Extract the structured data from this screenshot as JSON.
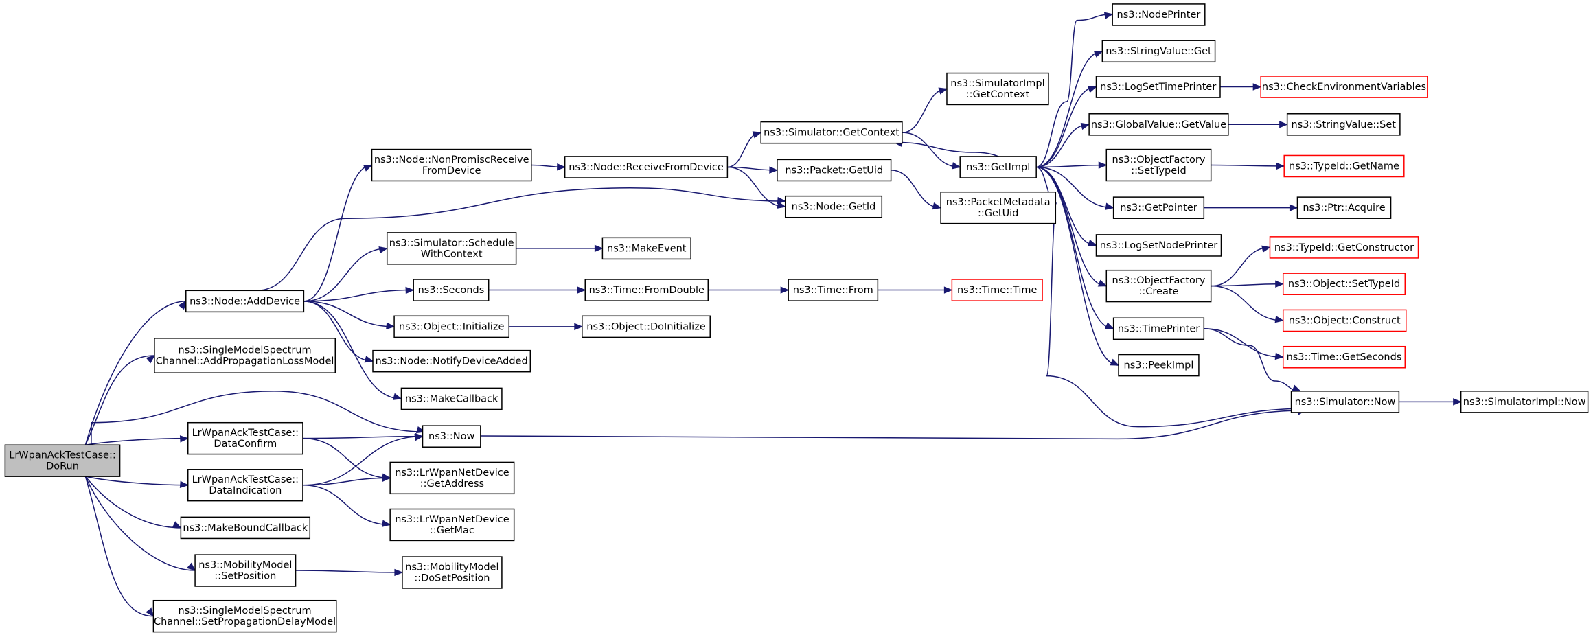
{
  "diagram": {
    "type": "call-graph",
    "colors": {
      "edge": "#191970",
      "root_fill": "#bfbfbf",
      "node_border": "#000000",
      "external_border": "#ff0000"
    },
    "nodes": [
      {
        "id": "dorun",
        "lines": [
          "LrWpanAckTestCase::",
          "DoRun"
        ],
        "style": "root"
      },
      {
        "id": "add_device",
        "lines": [
          "ns3::Node::AddDevice"
        ]
      },
      {
        "id": "single_loss",
        "lines": [
          "ns3::SingleModelSpectrum",
          "Channel::AddPropagationLossModel"
        ]
      },
      {
        "id": "data_confirm",
        "lines": [
          "LrWpanAckTestCase::",
          "DataConfirm"
        ]
      },
      {
        "id": "data_indication",
        "lines": [
          "LrWpanAckTestCase::",
          "DataIndication"
        ]
      },
      {
        "id": "make_bound_cb",
        "lines": [
          "ns3::MakeBoundCallback"
        ]
      },
      {
        "id": "set_position",
        "lines": [
          "ns3::MobilityModel",
          "::SetPosition"
        ]
      },
      {
        "id": "single_delay",
        "lines": [
          "ns3::SingleModelSpectrum",
          "Channel::SetPropagationDelayModel"
        ]
      },
      {
        "id": "nonpromisc",
        "lines": [
          "ns3::Node::NonPromiscReceive",
          "FromDevice"
        ]
      },
      {
        "id": "schedule_ctx",
        "lines": [
          "ns3::Simulator::Schedule",
          "WithContext"
        ]
      },
      {
        "id": "seconds",
        "lines": [
          "ns3::Seconds"
        ]
      },
      {
        "id": "obj_initialize",
        "lines": [
          "ns3::Object::Initialize"
        ]
      },
      {
        "id": "notify_added",
        "lines": [
          "ns3::Node::NotifyDeviceAdded"
        ]
      },
      {
        "id": "make_callback",
        "lines": [
          "ns3::MakeCallback"
        ]
      },
      {
        "id": "now",
        "lines": [
          "ns3::Now"
        ]
      },
      {
        "id": "get_address",
        "lines": [
          "ns3::LrWpanNetDevice",
          "::GetAddress"
        ]
      },
      {
        "id": "get_mac",
        "lines": [
          "ns3::LrWpanNetDevice",
          "::GetMac"
        ]
      },
      {
        "id": "do_set_position",
        "lines": [
          "ns3::MobilityModel",
          "::DoSetPosition"
        ]
      },
      {
        "id": "receive_from_device",
        "lines": [
          "ns3::Node::ReceiveFromDevice"
        ]
      },
      {
        "id": "make_event",
        "lines": [
          "ns3::MakeEvent"
        ]
      },
      {
        "id": "from_double",
        "lines": [
          "ns3::Time::FromDouble"
        ]
      },
      {
        "id": "do_initialize",
        "lines": [
          "ns3::Object::DoInitialize"
        ]
      },
      {
        "id": "sim_get_context",
        "lines": [
          "ns3::Simulator::GetContext"
        ]
      },
      {
        "id": "packet_get_uid",
        "lines": [
          "ns3::Packet::GetUid"
        ]
      },
      {
        "id": "node_get_id",
        "lines": [
          "ns3::Node::GetId"
        ]
      },
      {
        "id": "time_from",
        "lines": [
          "ns3::Time::From"
        ]
      },
      {
        "id": "simimpl_get_context",
        "lines": [
          "ns3::SimulatorImpl",
          "::GetContext"
        ]
      },
      {
        "id": "get_impl",
        "lines": [
          "ns3::GetImpl"
        ]
      },
      {
        "id": "pktmeta_get_uid",
        "lines": [
          "ns3::PacketMetadata",
          "::GetUid"
        ]
      },
      {
        "id": "time_time",
        "lines": [
          "ns3::Time::Time"
        ],
        "style": "external"
      },
      {
        "id": "node_printer",
        "lines": [
          "ns3::NodePrinter"
        ]
      },
      {
        "id": "stringvalue_get",
        "lines": [
          "ns3::StringValue::Get"
        ]
      },
      {
        "id": "log_set_time_printer",
        "lines": [
          "ns3::LogSetTimePrinter"
        ]
      },
      {
        "id": "globalvalue_get",
        "lines": [
          "ns3::GlobalValue::GetValue"
        ]
      },
      {
        "id": "of_set_typeid",
        "lines": [
          "ns3::ObjectFactory",
          "::SetTypeId"
        ]
      },
      {
        "id": "get_pointer",
        "lines": [
          "ns3::GetPointer"
        ]
      },
      {
        "id": "log_set_node_printer",
        "lines": [
          "ns3::LogSetNodePrinter"
        ]
      },
      {
        "id": "of_create",
        "lines": [
          "ns3::ObjectFactory",
          "::Create"
        ]
      },
      {
        "id": "time_printer",
        "lines": [
          "ns3::TimePrinter"
        ]
      },
      {
        "id": "peek_impl",
        "lines": [
          "ns3::PeekImpl"
        ]
      },
      {
        "id": "check_env",
        "lines": [
          "ns3::CheckEnvironmentVariables"
        ],
        "style": "external"
      },
      {
        "id": "stringvalue_set",
        "lines": [
          "ns3::StringValue::Set"
        ]
      },
      {
        "id": "typeid_get_name",
        "lines": [
          "ns3::TypeId::GetName"
        ],
        "style": "external"
      },
      {
        "id": "ptr_acquire",
        "lines": [
          "ns3::Ptr::Acquire"
        ]
      },
      {
        "id": "typeid_get_constructor",
        "lines": [
          "ns3::TypeId::GetConstructor"
        ],
        "style": "external"
      },
      {
        "id": "obj_set_typeid",
        "lines": [
          "ns3::Object::SetTypeId"
        ],
        "style": "external"
      },
      {
        "id": "obj_construct",
        "lines": [
          "ns3::Object::Construct"
        ],
        "style": "external"
      },
      {
        "id": "time_get_seconds",
        "lines": [
          "ns3::Time::GetSeconds"
        ],
        "style": "external"
      },
      {
        "id": "simulator_now",
        "lines": [
          "ns3::Simulator::Now"
        ]
      },
      {
        "id": "simimpl_now",
        "lines": [
          "ns3::SimulatorImpl::Now"
        ]
      }
    ],
    "edges": [
      {
        "from": "dorun",
        "to": "add_device"
      },
      {
        "from": "dorun",
        "to": "single_loss"
      },
      {
        "from": "dorun",
        "to": "now"
      },
      {
        "from": "dorun",
        "to": "data_confirm"
      },
      {
        "from": "dorun",
        "to": "data_indication"
      },
      {
        "from": "dorun",
        "to": "make_bound_cb"
      },
      {
        "from": "dorun",
        "to": "set_position"
      },
      {
        "from": "dorun",
        "to": "single_delay"
      },
      {
        "from": "add_device",
        "to": "nonpromisc"
      },
      {
        "from": "add_device",
        "to": "node_get_id"
      },
      {
        "from": "add_device",
        "to": "schedule_ctx"
      },
      {
        "from": "add_device",
        "to": "seconds"
      },
      {
        "from": "add_device",
        "to": "obj_initialize"
      },
      {
        "from": "add_device",
        "to": "notify_added"
      },
      {
        "from": "add_device",
        "to": "make_callback"
      },
      {
        "from": "data_confirm",
        "to": "now"
      },
      {
        "from": "data_confirm",
        "to": "get_address"
      },
      {
        "from": "data_indication",
        "to": "now"
      },
      {
        "from": "data_indication",
        "to": "get_address"
      },
      {
        "from": "data_indication",
        "to": "get_mac"
      },
      {
        "from": "set_position",
        "to": "do_set_position"
      },
      {
        "from": "nonpromisc",
        "to": "receive_from_device"
      },
      {
        "from": "receive_from_device",
        "to": "sim_get_context"
      },
      {
        "from": "receive_from_device",
        "to": "packet_get_uid"
      },
      {
        "from": "receive_from_device",
        "to": "node_get_id"
      },
      {
        "from": "schedule_ctx",
        "to": "make_event"
      },
      {
        "from": "seconds",
        "to": "from_double"
      },
      {
        "from": "from_double",
        "to": "time_from"
      },
      {
        "from": "time_from",
        "to": "time_time"
      },
      {
        "from": "obj_initialize",
        "to": "do_initialize"
      },
      {
        "from": "now",
        "to": "simulator_now"
      },
      {
        "from": "sim_get_context",
        "to": "simimpl_get_context"
      },
      {
        "from": "sim_get_context",
        "to": "get_impl"
      },
      {
        "from": "packet_get_uid",
        "to": "pktmeta_get_uid"
      },
      {
        "from": "get_impl",
        "to": "sim_get_context"
      },
      {
        "from": "get_impl",
        "to": "node_printer"
      },
      {
        "from": "get_impl",
        "to": "stringvalue_get"
      },
      {
        "from": "get_impl",
        "to": "log_set_time_printer"
      },
      {
        "from": "get_impl",
        "to": "globalvalue_get"
      },
      {
        "from": "get_impl",
        "to": "of_set_typeid"
      },
      {
        "from": "get_impl",
        "to": "get_pointer"
      },
      {
        "from": "get_impl",
        "to": "log_set_node_printer"
      },
      {
        "from": "get_impl",
        "to": "of_create"
      },
      {
        "from": "get_impl",
        "to": "time_printer"
      },
      {
        "from": "get_impl",
        "to": "peek_impl"
      },
      {
        "from": "get_impl",
        "to": "simulator_now"
      },
      {
        "from": "log_set_time_printer",
        "to": "check_env"
      },
      {
        "from": "globalvalue_get",
        "to": "stringvalue_set"
      },
      {
        "from": "of_set_typeid",
        "to": "typeid_get_name"
      },
      {
        "from": "get_pointer",
        "to": "ptr_acquire"
      },
      {
        "from": "of_create",
        "to": "typeid_get_constructor"
      },
      {
        "from": "of_create",
        "to": "obj_set_typeid"
      },
      {
        "from": "of_create",
        "to": "obj_construct"
      },
      {
        "from": "time_printer",
        "to": "time_get_seconds"
      },
      {
        "from": "time_printer",
        "to": "simulator_now"
      },
      {
        "from": "simulator_now",
        "to": "simimpl_now"
      }
    ]
  }
}
